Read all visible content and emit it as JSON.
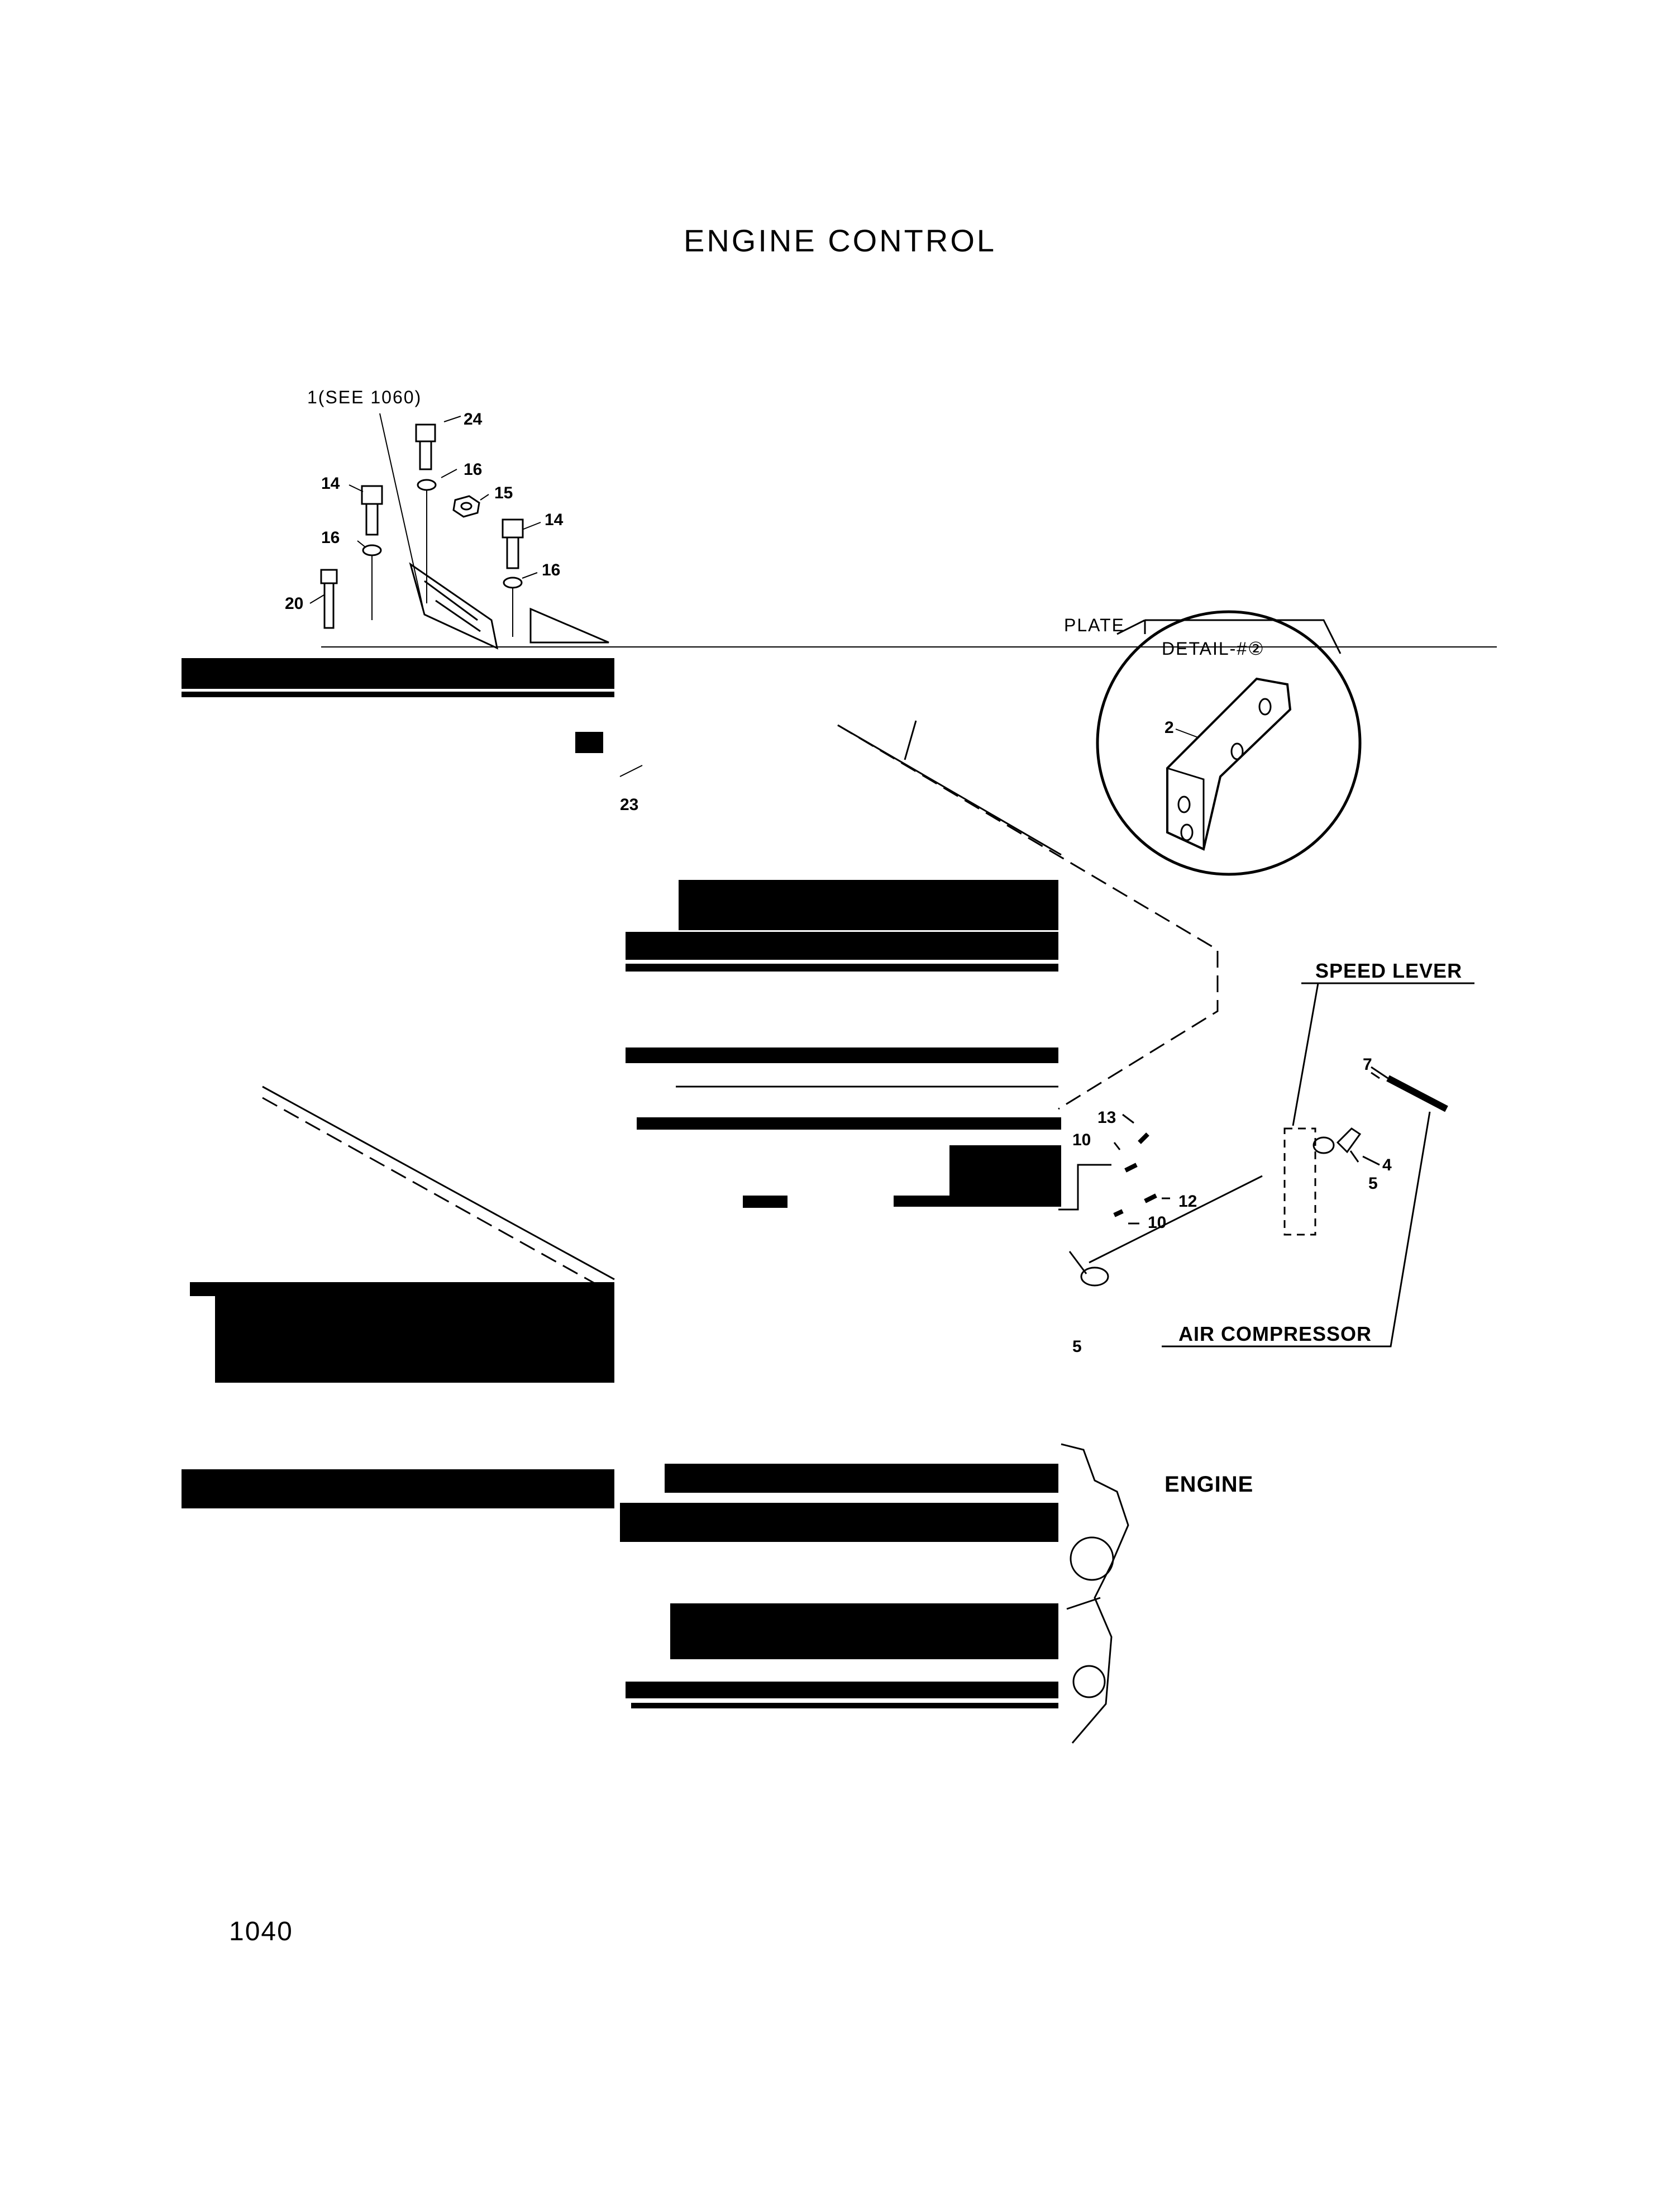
{
  "page": {
    "title": "ENGINE CONTROL",
    "page_number": "1040"
  },
  "labels": {
    "see_ref": "1(SEE 1060)",
    "plate": "PLATE",
    "detail": "DETAIL-#②",
    "speed_lever": "SPEED LEVER",
    "air_compressor": "AIR COMPRESSOR",
    "engine": "ENGINE"
  },
  "callouts": {
    "c24": "24",
    "c16a": "16",
    "c15": "15",
    "c14a": "14",
    "c14b": "14",
    "c16b": "16",
    "c16c": "16",
    "c20": "20",
    "c23": "23",
    "c2": "2",
    "c7": "7",
    "c4": "4",
    "c5a": "5",
    "c13": "13",
    "c10a": "10",
    "c12": "12",
    "c10b": "10",
    "c5b": "5"
  }
}
